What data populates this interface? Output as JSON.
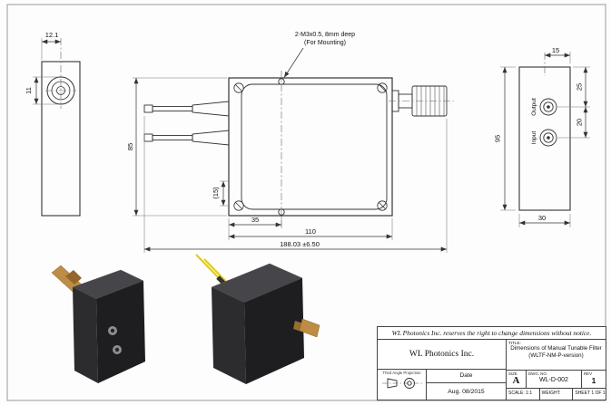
{
  "drawing": {
    "mounting_note_line1": "2-M3x0.5, 8mm deep",
    "mounting_note_line2": "(For Mounting)",
    "side_view": {
      "dim_width": "12.1",
      "dim_height": "11"
    },
    "top_view": {
      "dim_body_height": "85",
      "dim_offset": "(15)",
      "dim_hole_offset": "35",
      "dim_body_width": "110",
      "dim_overall_length": "188.03 ±6.50"
    },
    "end_view": {
      "dim_half_width": "15",
      "dim_top_to_output": "25",
      "dim_port_spacing": "20",
      "dim_height": "95",
      "dim_width": "30",
      "label_output": "Output",
      "label_input": "Input"
    }
  },
  "title_block": {
    "notice": "WL Photonics Inc. reserves the right to change dimensions without notice.",
    "company": "WL Photonics Inc.",
    "projection_label": "Third Angle Projection",
    "date_label": "Date",
    "date_value": "Aug. 08/2015",
    "title_label": "TITLE:",
    "title_line1": "Dimensions of Manual Tunable Filter",
    "title_line2": "(WLTF-NM-P-version)",
    "size_label": "SIZE",
    "size_value": "A",
    "dwg_label": "DWG. NO.",
    "dwg_value": "WL-D-002",
    "rev_label": "REV",
    "rev_value": "1",
    "scale": "SCALE: 1:1",
    "weight": "WEIGHT:",
    "sheet": "SHEET 1 OF 1"
  }
}
